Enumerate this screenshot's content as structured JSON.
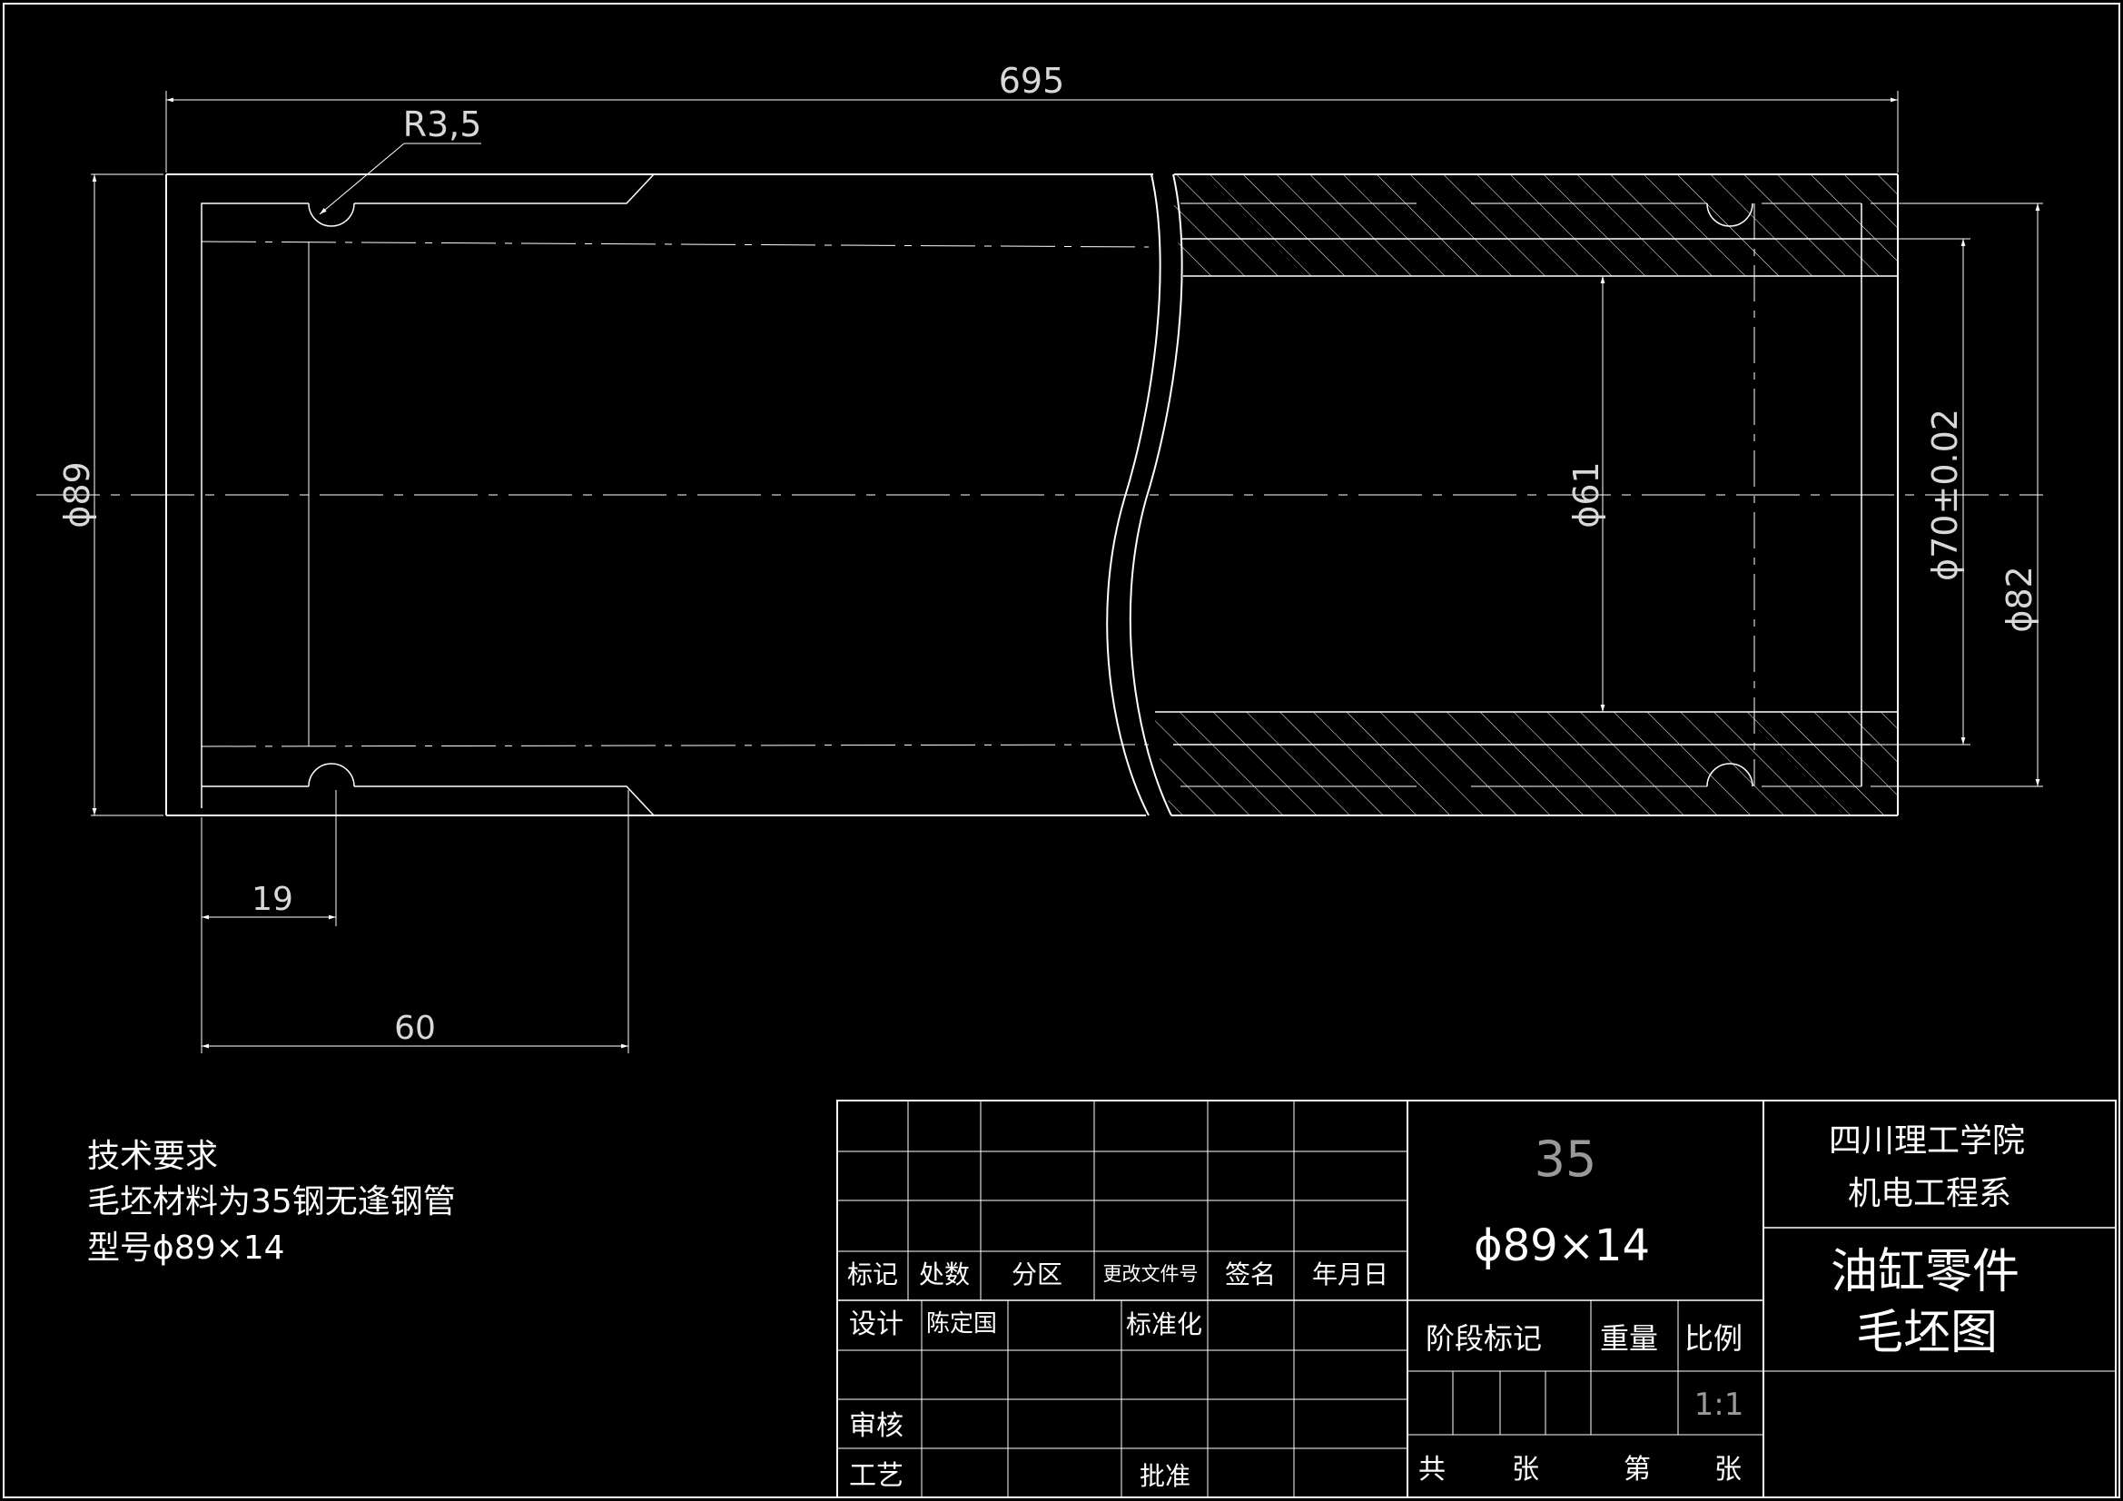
{
  "drawing": {
    "dimensions": {
      "overall_length": "695",
      "radius": "R3,5",
      "outer_diameter": "ϕ89",
      "inner_diameter": "ϕ61",
      "bore_diameter": "ϕ70±0.02",
      "groove_diameter": "ϕ82",
      "groove_offset": "19",
      "chamfer_length": "60"
    },
    "notes": {
      "title": "技术要求",
      "line1": "毛坯材料为35钢无逢钢管",
      "line2": "型号ϕ89×14"
    }
  },
  "title_block": {
    "material": "35",
    "spec": "ϕ89×14",
    "institution_line1": "四川理工学院",
    "institution_line2": "机电工程系",
    "part_name_line1": "油缸零件",
    "part_name_line2": "毛坯图",
    "headers": {
      "mark": "标记",
      "count": "处数",
      "zone": "分区",
      "change_doc": "更改文件号",
      "signature": "签名",
      "date": "年月日"
    },
    "roles": {
      "design": "设计",
      "designer": "陈定国",
      "standardize": "标准化",
      "review": "审核",
      "process": "工艺",
      "approve": "批准"
    },
    "stage_mark": "阶段标记",
    "weight": "重量",
    "scale_label": "比例",
    "scale_value": "1:1",
    "total": "共",
    "sheets1": "张",
    "page": "第",
    "sheets2": "张"
  }
}
